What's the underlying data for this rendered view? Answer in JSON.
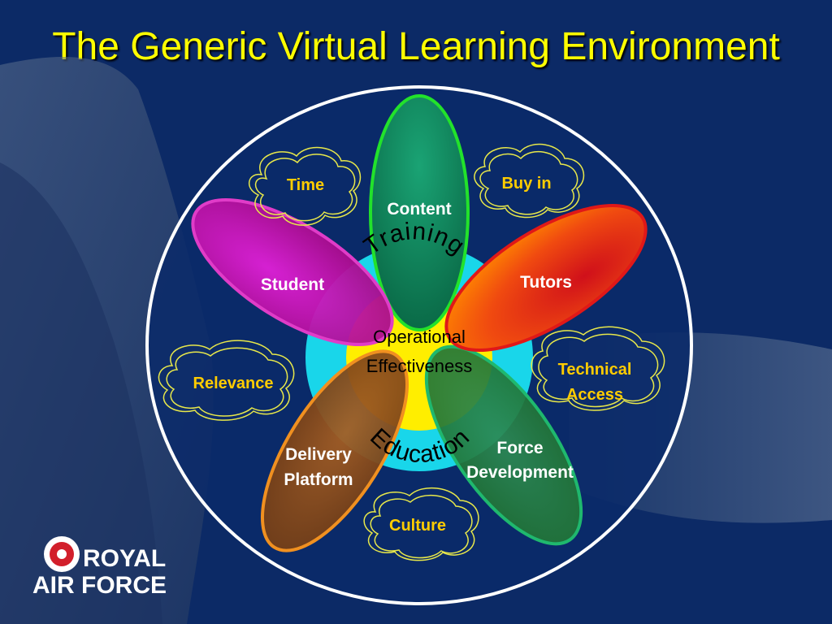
{
  "title": "The Generic Virtual Learning Environment",
  "center": {
    "line1": "Operational",
    "line2": "Effectiveness"
  },
  "arc_labels": {
    "top": "Training",
    "bottom": "Education"
  },
  "petals": {
    "content": {
      "label": "Content",
      "color": "#0d8a5c"
    },
    "tutors": {
      "label": "Tutors",
      "color": "#e52010"
    },
    "force": {
      "line1": "Force",
      "line2": "Development",
      "color": "#1f7d35"
    },
    "delivery": {
      "line1": "Delivery",
      "line2": "Platform",
      "color": "#8a4b1c"
    },
    "student": {
      "label": "Student",
      "color": "#b0109a"
    }
  },
  "clouds": {
    "time": {
      "label": "Time"
    },
    "buy_in": {
      "label": "Buy in"
    },
    "relevance": {
      "label": "Relevance"
    },
    "technical": {
      "line1": "Technical",
      "line2": "Access"
    },
    "culture": {
      "label": "Culture"
    }
  },
  "colors": {
    "background": "#0c2a66",
    "title": "#ffff00",
    "cloud_text": "#ffcc00",
    "yellow_core": "#ffee00",
    "cyan_ring": "#19d6ea"
  },
  "logo": {
    "line1": "ROYAL",
    "line2": "AIR FORCE",
    "icon": "raf-roundel-icon"
  }
}
